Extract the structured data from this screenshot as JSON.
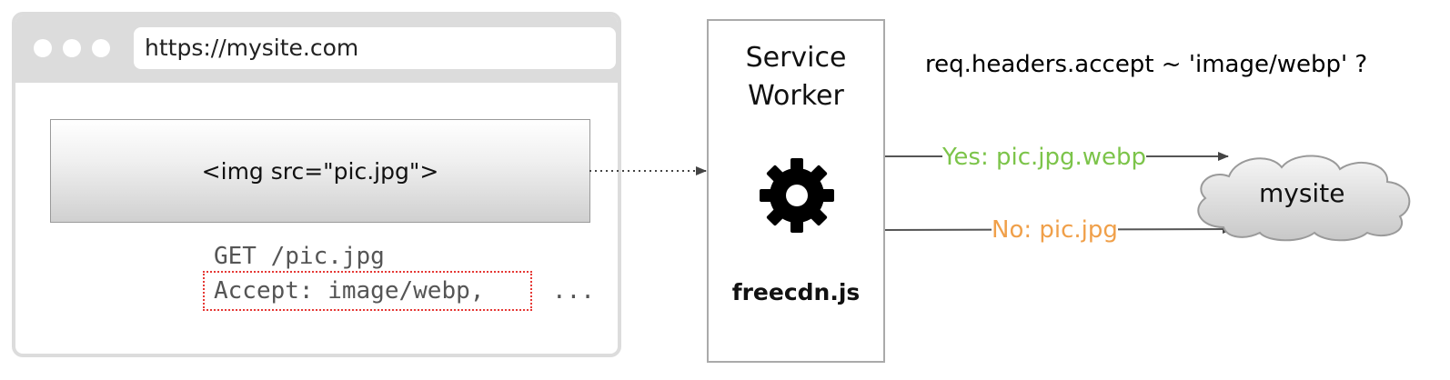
{
  "browser": {
    "url": "https://mysite.com",
    "img_tag": "<img src=\"pic.jpg\">",
    "request_line": "GET /pic.jpg",
    "accept_header": "Accept: image/webp,",
    "accept_more": "..."
  },
  "service_worker": {
    "title_line1": "Service",
    "title_line2": "Worker",
    "script_name": "freecdn.js",
    "icon": "gear-icon"
  },
  "condition": "req.headers.accept ~ 'image/webp' ?",
  "branches": {
    "yes": "Yes: pic.jpg.webp",
    "no": "No: pic.jpg"
  },
  "origin": {
    "label": "mysite",
    "icon": "cloud-icon"
  },
  "colors": {
    "yes": "#7cc44a",
    "no": "#f0a04a",
    "accept_highlight": "#e53935"
  }
}
